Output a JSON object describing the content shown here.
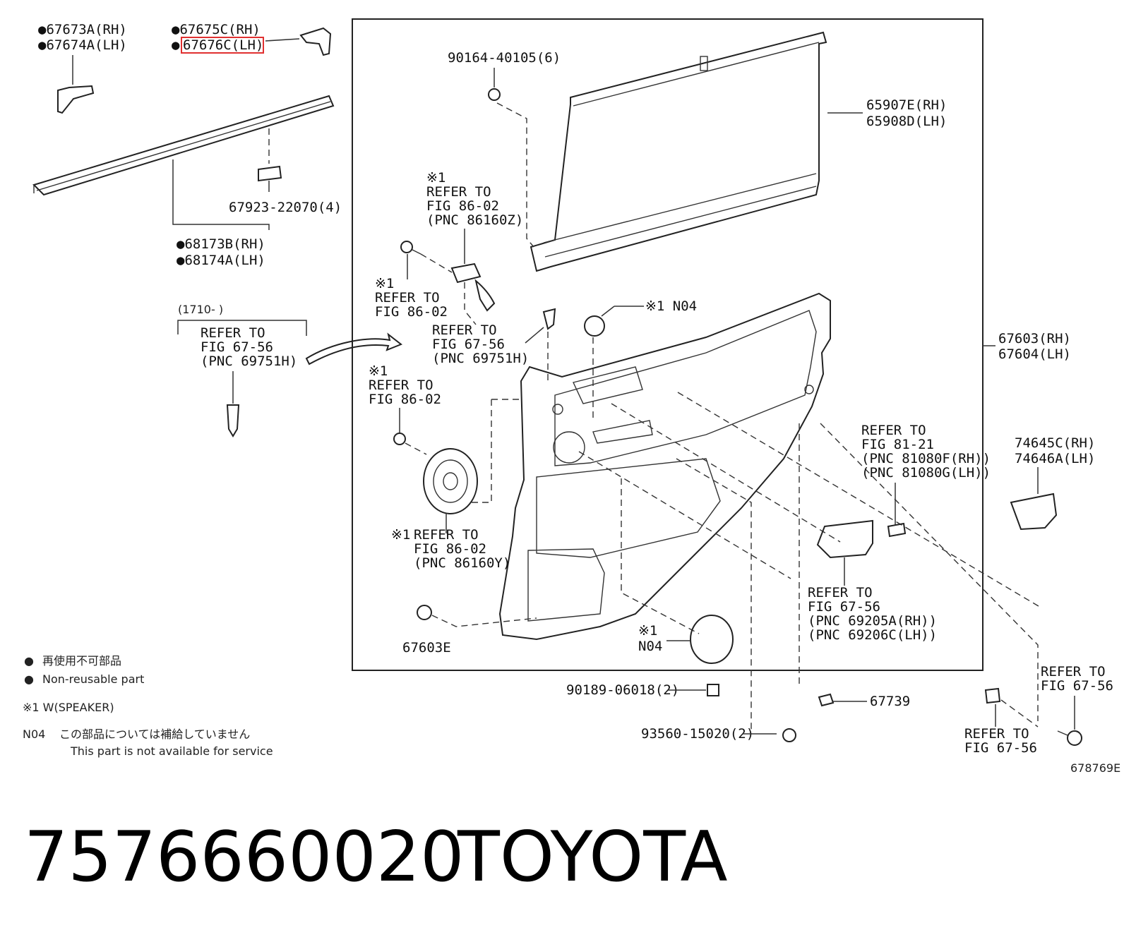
{
  "labels": {
    "p67673a": "●67673A(RH)",
    "p67674a": "●67674A(LH)",
    "p67675c": "●67675C(RH)",
    "p67676c_dot": "●",
    "p67676c": "67676C(LH)",
    "p68173b": "●68173B(RH)",
    "p68174a": "●68174A(LH)",
    "p67923": "67923-22070(4)",
    "p90164": "90164-40105(6)",
    "p65907e": "65907E(RH)",
    "p65908d": "65908D(LH)",
    "ref1_mark": "※1",
    "ref1_l1": "REFER TO",
    "ref1_l2": "FIG 86-02",
    "ref1_l3": "(PNC 86160Z)",
    "ref2_mark": "※1",
    "ref2_l1": "REFER TO",
    "ref2_l2": "FIG 86-02",
    "serial": "(1710-      )",
    "ref3_l1": "REFER TO",
    "ref3_l2": "FIG 67-56",
    "ref3_l3": "(PNC 69751H)",
    "ref4_l1": "REFER TO",
    "ref4_l2": "FIG 67-56",
    "ref4_l3": "(PNC 69751H)",
    "n04_top": "※1 N04",
    "p67603": "67603(RH)",
    "p67604": "67604(LH)",
    "ref5_mark": "※1",
    "ref5_l1": "REFER TO",
    "ref5_l2": "FIG 86-02",
    "ref6_l1": "REFER TO",
    "ref6_l2": "FIG 81-21",
    "ref6_l3": "(PNC 81080F(RH))",
    "ref6_l4": "(PNC 81080G(LH))",
    "p74645c": "74645C(RH)",
    "p74646a": "74646A(LH)",
    "ref7_mark": "※1",
    "ref7_l1": "REFER TO",
    "ref7_l2": "FIG 86-02",
    "ref7_l3": "(PNC 86160Y)",
    "ref8_l1": "REFER TO",
    "ref8_l2": "FIG 67-56",
    "ref8_l3": "(PNC 69205A(RH))",
    "ref8_l4": "(PNC 69206C(LH))",
    "p67603e": "67603E",
    "n04_bottom_mark": "※1",
    "n04_bottom": "N04",
    "p90189": "90189-06018(2)",
    "p67739": "67739",
    "p93560": "93560-15020(2)",
    "ref9_l1": "REFER TO",
    "ref9_l2": "FIG 67-56",
    "ref10_l1": "REFER TO",
    "ref10_l2": "FIG 67-56",
    "fig_code": "678769E"
  },
  "legend": {
    "dot": "●",
    "jp_nonreusable": "再使用不可部品",
    "en_nonreusable": "Non-reusable part",
    "speaker": "※1 W(SPEAKER)",
    "n04_code": "N04",
    "jp_not_available": "この部品については補給していません",
    "en_not_available": "This part is not available for service"
  },
  "footer": {
    "part_number": "7576660020",
    "brand": "TOYOTA"
  },
  "colors": {
    "highlight": "#e03030",
    "line": "#222222"
  }
}
